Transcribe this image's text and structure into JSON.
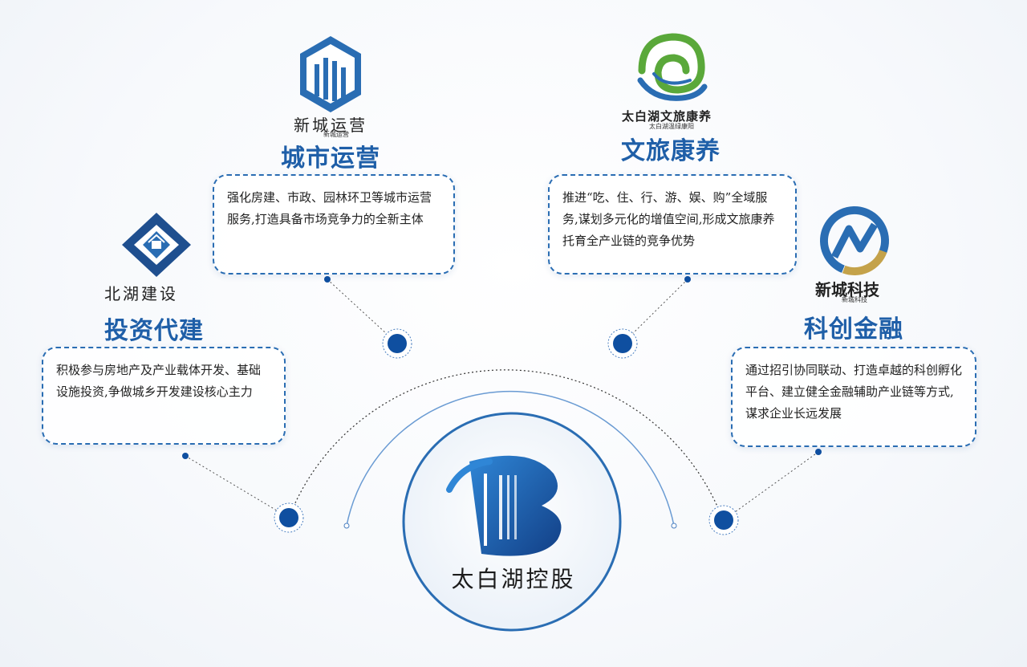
{
  "center": {
    "name": "太白湖控股"
  },
  "nodes": [
    {
      "id": "touzi",
      "brand": "北湖建设",
      "title": "投资代建",
      "text": "积极参与房地产及产业载体开发、基础设施投资,争做城乡开发建设核心主力"
    },
    {
      "id": "chengshi",
      "brand": "新城运营",
      "brand_sub": "新城运营",
      "title": "城市运营",
      "text": "强化房建、市政、园林环卫等城市运营服务,打造具备市场竞争力的全新主体"
    },
    {
      "id": "wenlv",
      "brand": "太白湖文旅康养",
      "brand_sub": "太白湖温绿康阳",
      "title": "文旅康养",
      "text": "推进“吃、住、行、游、娱、购”全域服务,谋划多元化的增值空间,形成文旅康养托育全产业链的竞争优势"
    },
    {
      "id": "kechuang",
      "brand": "新城科技",
      "brand_sub": "新城科技",
      "title": "科创金融",
      "text": "通过招引协同联动、打造卓越的科创孵化平台、建立健全金融辅助产业链等方式,谋求企业长远发展"
    }
  ],
  "colors": {
    "primary": "#1f5fa8",
    "dot": "#0f4fa0",
    "dash": "#2a6db3",
    "green": "#5aa83a",
    "gold": "#c4a24a"
  }
}
